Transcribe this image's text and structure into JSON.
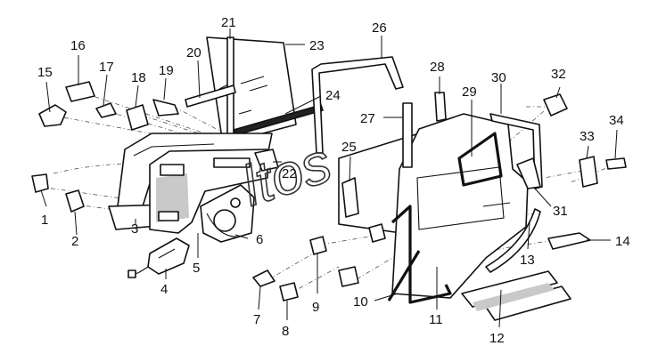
{
  "diagram": {
    "callouts": [
      {
        "id": "1",
        "label": "1"
      },
      {
        "id": "2",
        "label": "2"
      },
      {
        "id": "3",
        "label": "3"
      },
      {
        "id": "4",
        "label": "4"
      },
      {
        "id": "5",
        "label": "5"
      },
      {
        "id": "6",
        "label": "6"
      },
      {
        "id": "7",
        "label": "7"
      },
      {
        "id": "8",
        "label": "8"
      },
      {
        "id": "9",
        "label": "9"
      },
      {
        "id": "10",
        "label": "10"
      },
      {
        "id": "11",
        "label": "11"
      },
      {
        "id": "12",
        "label": "12"
      },
      {
        "id": "13",
        "label": "13"
      },
      {
        "id": "14",
        "label": "14"
      },
      {
        "id": "15",
        "label": "15"
      },
      {
        "id": "16",
        "label": "16"
      },
      {
        "id": "17",
        "label": "17"
      },
      {
        "id": "18",
        "label": "18"
      },
      {
        "id": "19",
        "label": "19"
      },
      {
        "id": "20",
        "label": "20"
      },
      {
        "id": "21",
        "label": "21"
      },
      {
        "id": "22",
        "label": "22"
      },
      {
        "id": "23",
        "label": "23"
      },
      {
        "id": "24",
        "label": "24"
      },
      {
        "id": "25",
        "label": "25"
      },
      {
        "id": "26",
        "label": "26"
      },
      {
        "id": "27",
        "label": "27"
      },
      {
        "id": "28",
        "label": "28"
      },
      {
        "id": "29",
        "label": "29"
      },
      {
        "id": "30",
        "label": "30"
      },
      {
        "id": "31",
        "label": "31"
      },
      {
        "id": "32",
        "label": "32"
      },
      {
        "id": "33",
        "label": "33"
      },
      {
        "id": "34",
        "label": "34"
      }
    ],
    "watermark": "ltos"
  }
}
